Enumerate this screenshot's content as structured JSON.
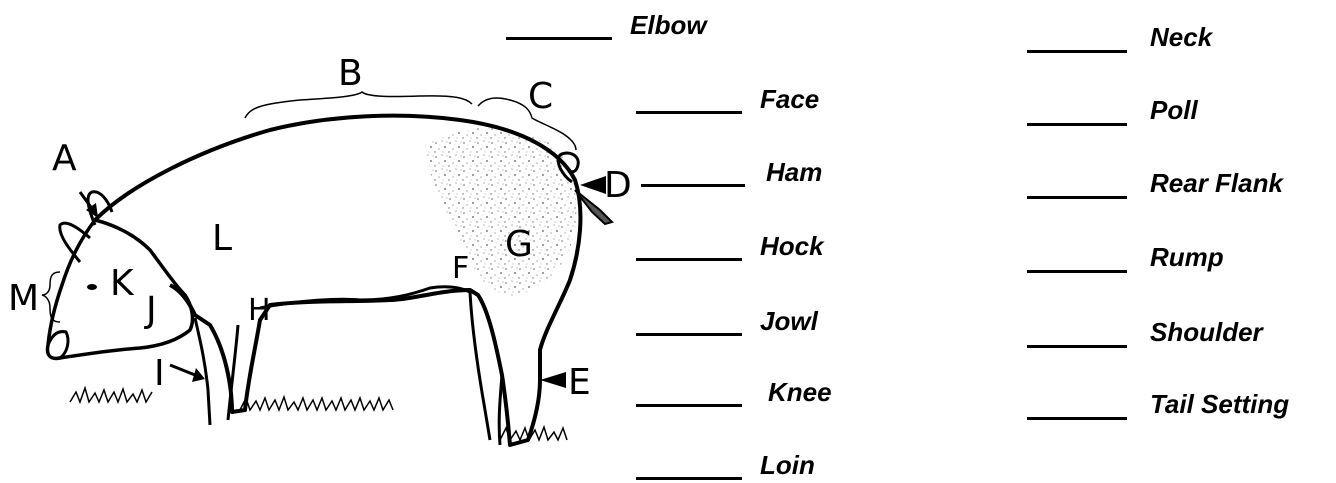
{
  "diagram": {
    "labels": {
      "A": "A",
      "B": "B",
      "C": "C",
      "D": "D",
      "E": "E",
      "F": "F",
      "G": "G",
      "H": "H",
      "I": "I",
      "J": "J",
      "K": "K",
      "L": "L",
      "M": "M"
    }
  },
  "word_bank": {
    "column_1": [
      "Elbow",
      "Face",
      "Ham",
      "Hock",
      "Jowl",
      "Knee",
      "Loin"
    ],
    "column_2": [
      "Neck",
      "Poll",
      "Rear Flank",
      "Rump",
      "Shoulder",
      "Tail Setting"
    ]
  }
}
